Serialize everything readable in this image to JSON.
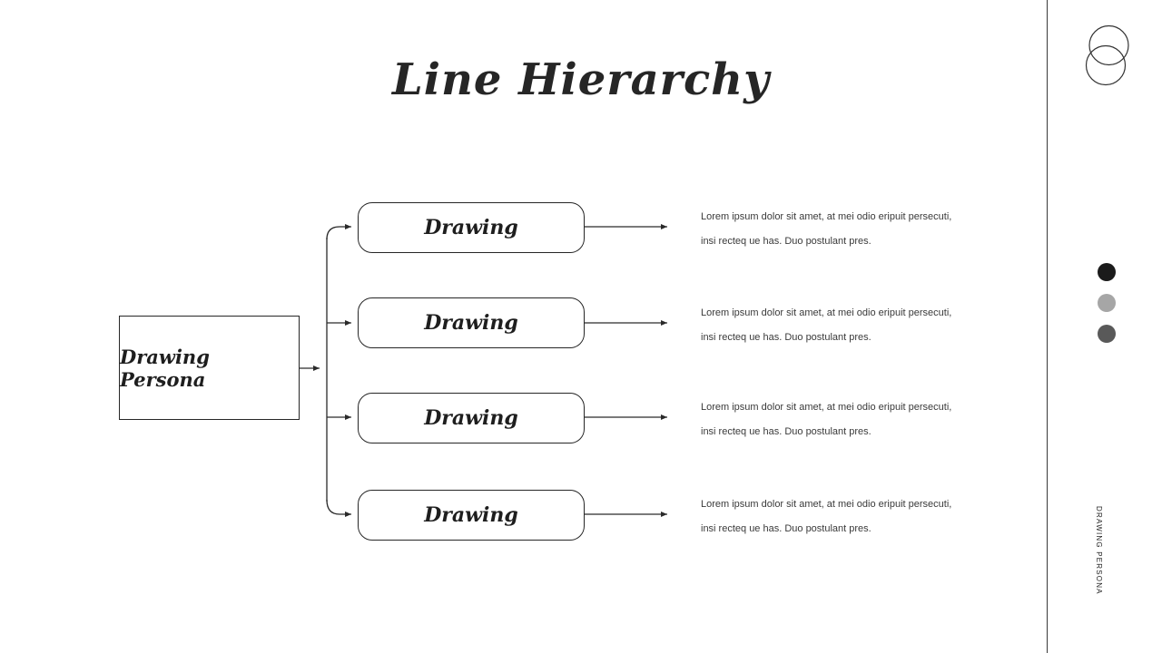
{
  "slide": {
    "title": "Line Hierarchy"
  },
  "diagram": {
    "root": {
      "label": "Drawing Persona"
    },
    "rows": [
      {
        "label": "Drawing",
        "desc_line1": "Lorem ipsum dolor sit amet, at mei odio eripuit persecuti,",
        "desc_line2": "insi recteq ue has. Duo postulant pres."
      },
      {
        "label": "Drawing",
        "desc_line1": "Lorem ipsum dolor sit amet, at mei odio eripuit persecuti,",
        "desc_line2": "insi recteq ue has. Duo postulant pres."
      },
      {
        "label": "Drawing",
        "desc_line1": "Lorem ipsum dolor sit amet, at mei odio eripuit persecuti,",
        "desc_line2": "insi recteq ue has. Duo postulant pres."
      },
      {
        "label": "Drawing",
        "desc_line1": "Lorem ipsum dolor sit amet, at mei odio eripuit persecuti,",
        "desc_line2": "insi recteq ue has. Duo postulant pres."
      }
    ]
  },
  "sidebar": {
    "vertical_label": "DRAWING PERSONA",
    "logo_icon": "two-overlapping-circles-icon",
    "dots": [
      {
        "name": "dot-black",
        "color": "#1b1b1b"
      },
      {
        "name": "dot-light-gray",
        "color": "#a6a6a6"
      },
      {
        "name": "dot-dark-gray",
        "color": "#595959"
      }
    ]
  },
  "colors": {
    "line": "#2a2a2a",
    "title": "#262626",
    "body_text": "#3a3a3a"
  }
}
